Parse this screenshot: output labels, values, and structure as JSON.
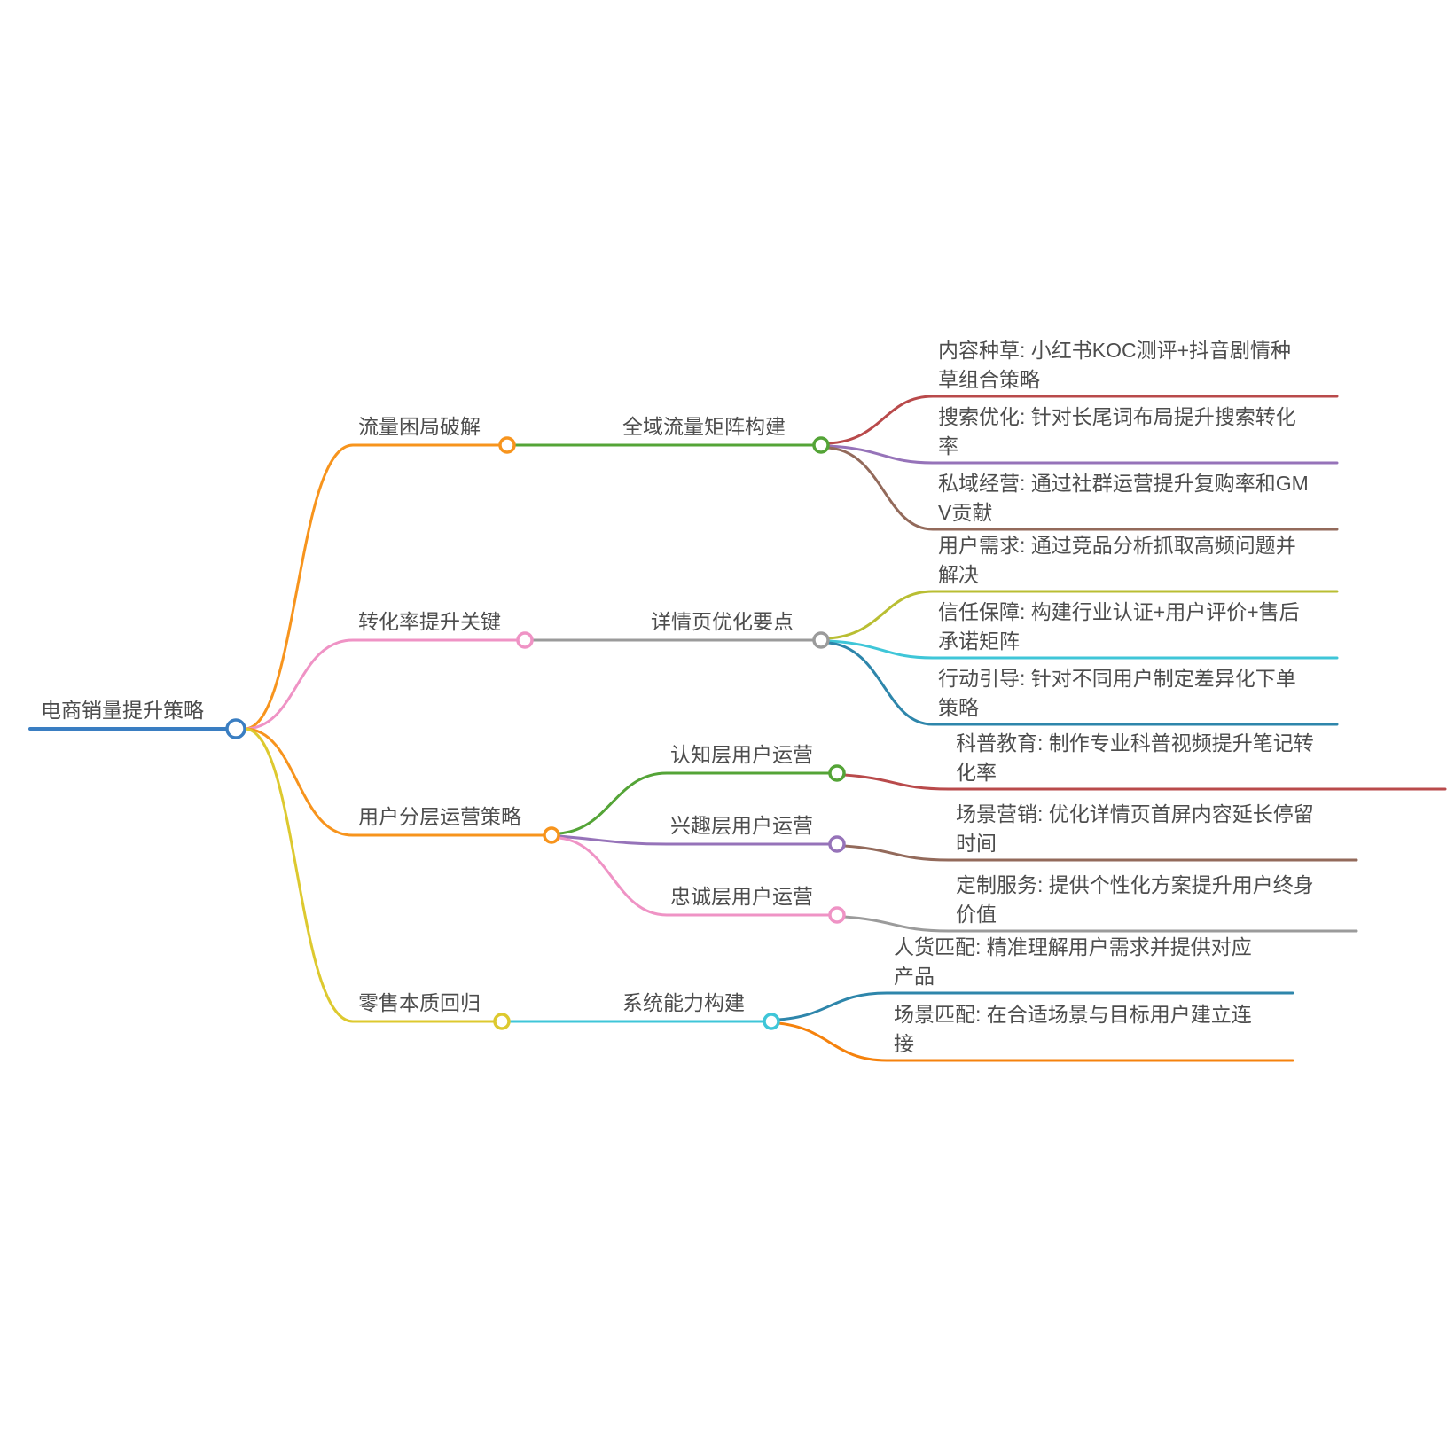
{
  "root": {
    "label": "电商销量提升策略",
    "color": "#3a7ec2"
  },
  "branches": [
    {
      "label": "流量困局破解",
      "color": "#f7941d",
      "children": [
        {
          "label": "全域流量矩阵构建",
          "color": "#54a437",
          "leaves": [
            {
              "label": "内容种草: 小红书KOC测评+抖音剧情种草组合策略",
              "color": "#b94a4b"
            },
            {
              "label": "搜索优化: 针对长尾词布局提升搜索转化率",
              "color": "#9673b9"
            },
            {
              "label": "私域经营: 通过社群运营提升复购率和GMV贡献",
              "color": "#936a5b"
            }
          ]
        }
      ]
    },
    {
      "label": "转化率提升关键",
      "color": "#ef93c5",
      "children": [
        {
          "label": "详情页优化要点",
          "color": "#9b9b9b",
          "leaves": [
            {
              "label": "用户需求: 通过竞品分析抓取高频问题并解决",
              "color": "#b9be33"
            },
            {
              "label": "信任保障: 构建行业认证+用户评价+售后承诺矩阵",
              "color": "#3fc6d8"
            },
            {
              "label": "行动引导: 针对不同用户制定差异化下单策略",
              "color": "#2e86ab"
            }
          ]
        }
      ]
    },
    {
      "label": "用户分层运营策略",
      "color": "#f7941d",
      "children": [
        {
          "label": "认知层用户运营",
          "color": "#54a437",
          "leaves": [
            {
              "label": "科普教育: 制作专业科普视频提升笔记转化率",
              "color": "#b94a4b"
            }
          ]
        },
        {
          "label": "兴趣层用户运营",
          "color": "#9673b9",
          "leaves": [
            {
              "label": "场景营销: 优化详情页首屏内容延长停留时间",
              "color": "#936a5b"
            }
          ]
        },
        {
          "label": "忠诚层用户运营",
          "color": "#ef93c5",
          "leaves": [
            {
              "label": "定制服务: 提供个性化方案提升用户终身价值",
              "color": "#9b9b9b"
            }
          ]
        }
      ]
    },
    {
      "label": "零售本质回归",
      "color": "#ddc92f",
      "children": [
        {
          "label": "系统能力构建",
          "color": "#3fc6d8",
          "leaves": [
            {
              "label": "人货匹配: 精准理解用户需求并提供对应产品",
              "color": "#2e86ab"
            },
            {
              "label": "场景匹配: 在合适场景与目标用户建立连接",
              "color": "#f5820d"
            }
          ]
        }
      ]
    }
  ]
}
